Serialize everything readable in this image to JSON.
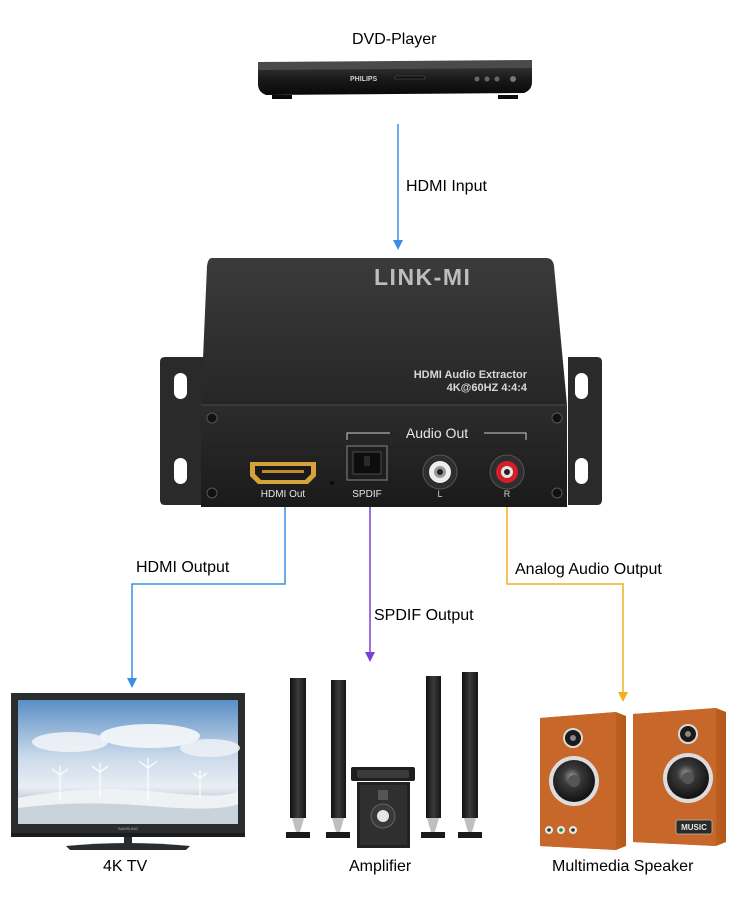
{
  "source": {
    "label": "DVD-Player",
    "brand": "PHILIPS"
  },
  "extractor": {
    "brand": "LINK-MI",
    "product_line1": "HDMI Audio Extractor",
    "product_line2": "4K@60HZ 4:4:4",
    "audio_out_label": "Audio Out",
    "port_hdmi": "HDMI Out",
    "port_spdif": "SPDIF",
    "port_left": "L",
    "port_right": "R"
  },
  "connections": {
    "hdmi_input": "HDMI Input",
    "hdmi_output": "HDMI Output",
    "spdif_output": "SPDIF Output",
    "analog_output": "Analog Audio Output"
  },
  "devices": {
    "tv": {
      "label": "4K TV",
      "brand": "SAMSUNG"
    },
    "amplifier": {
      "label": "Amplifier"
    },
    "speaker": {
      "label": "Multimedia Speaker",
      "badge": "MUSIC"
    }
  },
  "colors": {
    "hdmi_line": "#3a8ee6",
    "spdif_line": "#7b3fd6",
    "analog_line": "#f3b01c",
    "device_body": "#2a2a2a"
  }
}
